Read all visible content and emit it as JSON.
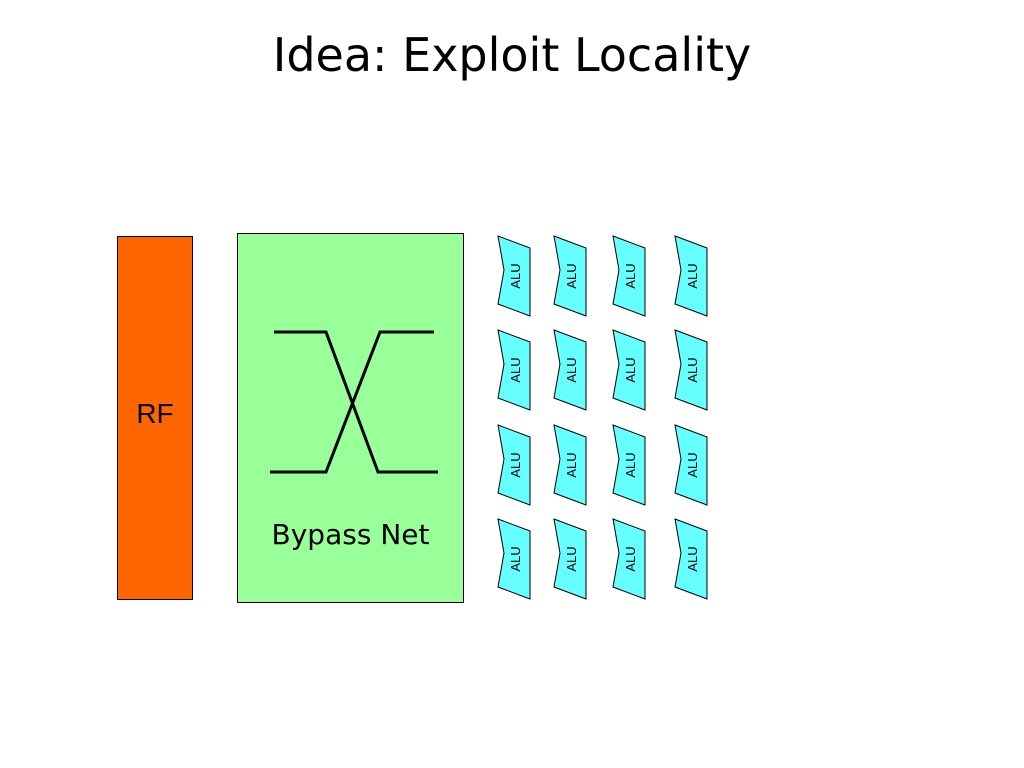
{
  "slide": {
    "title": "Idea: Exploit Locality"
  },
  "register_file": {
    "label": "RF",
    "fill": "#FF6600"
  },
  "bypass_network": {
    "label": "Bypass Net",
    "fill": "#99FF99"
  },
  "alu_array": {
    "label": "ALU",
    "fill": "#66FFFF",
    "rows": 4,
    "columns": 4
  }
}
